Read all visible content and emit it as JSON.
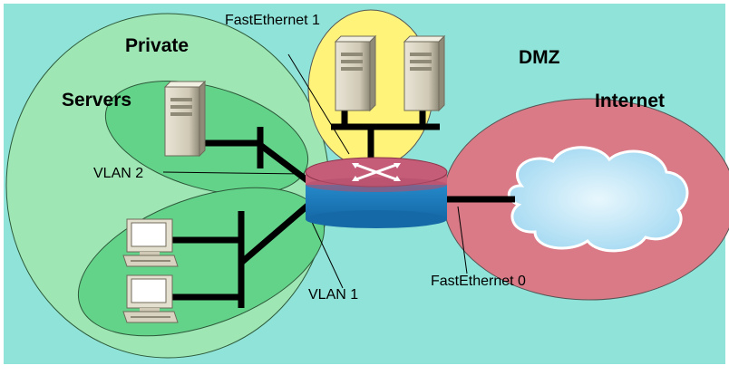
{
  "zones": {
    "private": "Private",
    "servers": "Servers",
    "dmz": "DMZ",
    "internet": "Internet"
  },
  "callouts": {
    "fastethernet1": "FastEthernet 1",
    "fastethernet0": "FastEthernet 0",
    "vlan2": "VLAN 2",
    "vlan1": "VLAN 1"
  },
  "colors": {
    "background": "#8fe3d8",
    "private_zone": "#9ee6b4",
    "servers_zone": "#63d38a",
    "workstations_zone": "#63d38a",
    "dmz_zone": "#fff37a",
    "internet_zone": "#d97a86",
    "cloud": "#b8e4f7",
    "router_top": "#c9607a",
    "router_body": "#1f86c9",
    "cable": "#000000"
  },
  "icons": [
    "server-icon",
    "workstation-icon",
    "router-icon",
    "cloud-icon"
  ]
}
